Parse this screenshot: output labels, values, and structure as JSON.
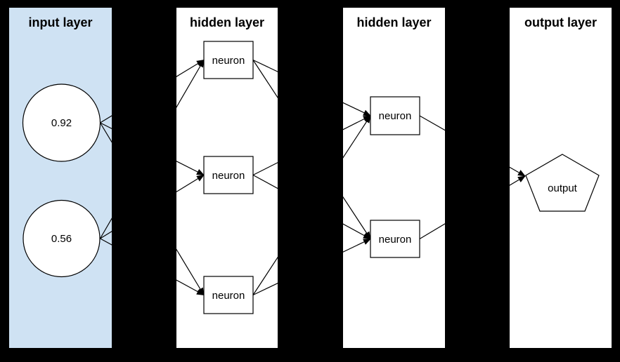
{
  "colors": {
    "background": "#000000",
    "input_panel_fill": "#cfe2f3",
    "panel_fill": "#ffffff",
    "stroke": "#000000"
  },
  "layers": [
    {
      "title": "input layer",
      "nodes": [
        {
          "shape": "circle",
          "label": "0.92"
        },
        {
          "shape": "circle",
          "label": "0.56"
        }
      ]
    },
    {
      "title": "hidden layer",
      "nodes": [
        {
          "shape": "rect",
          "label": "neuron"
        },
        {
          "shape": "rect",
          "label": "neuron"
        },
        {
          "shape": "rect",
          "label": "neuron"
        }
      ]
    },
    {
      "title": "hidden layer",
      "nodes": [
        {
          "shape": "rect",
          "label": "neuron"
        },
        {
          "shape": "rect",
          "label": "neuron"
        }
      ]
    },
    {
      "title": "output layer",
      "nodes": [
        {
          "shape": "pentagon",
          "label": "output"
        }
      ]
    }
  ]
}
